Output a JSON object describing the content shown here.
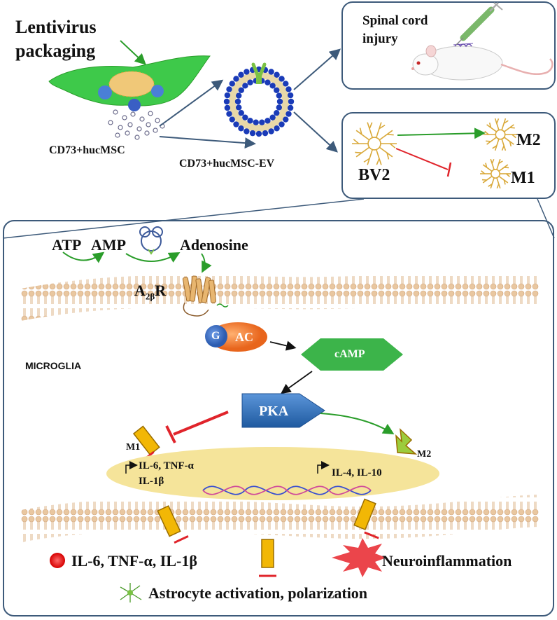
{
  "top": {
    "lentivirus": [
      "Lentivirus",
      "packaging"
    ],
    "cell_label": "CD73+hucMSC",
    "ev_label": "CD73+hucMSC-EV",
    "injury": [
      "Spinal cord",
      "injury"
    ],
    "bv2": "BV2",
    "m2": "M2",
    "m1": "M1"
  },
  "pathway": {
    "atp": "ATP",
    "amp": "AMP",
    "adenosine": "Adenosine",
    "receptor_main": "A",
    "receptor_sub": "2β",
    "receptor_tail": "R",
    "g": "G",
    "ac": "AC",
    "camp": "cAMP",
    "microglia": "MICROGLIA",
    "pka": "PKA",
    "m1": "M1",
    "m2": "M2",
    "genes_m1_line1": "IL-6, TNF-α",
    "genes_m1_line2": "IL-1β",
    "genes_m2": "IL-4, IL-10"
  },
  "outcomes": {
    "cytokines": "IL-6, TNF-α, IL-1β",
    "neuroinflammation": "Neuroinflammation",
    "astrocyte": "Astrocyte activation, polarization"
  },
  "colors": {
    "panel_border": "#3d5a7a",
    "cell_green": "#3ec94a",
    "green_arrow": "#2a9d2a",
    "red_inhibit": "#e0242b",
    "pka_blue": "#2f6db5",
    "ac_orange": "#ef7b2a",
    "g_blue": "#3a6fc4",
    "camp_green": "#3cb44a",
    "nucleus_yellow": "#f5e49a",
    "block_yellow": "#f2b705",
    "microglia_gold": "#d9a93a",
    "membrane": "#e8c9a0"
  },
  "icons": [
    "cell-icon",
    "vesicle-icon",
    "mouse-icon",
    "syringe-icon",
    "microglia-icon",
    "receptor-icon",
    "dna-icon",
    "red-dot-icon",
    "starburst-icon",
    "astrocyte-icon"
  ]
}
